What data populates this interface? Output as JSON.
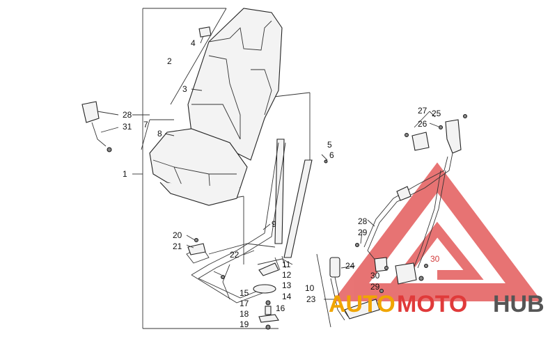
{
  "diagram": {
    "callouts": [
      "1",
      "2",
      "3",
      "4",
      "5",
      "6",
      "7",
      "8",
      "9",
      "10",
      "11",
      "12",
      "13",
      "14",
      "15",
      "16",
      "17",
      "18",
      "19",
      "20",
      "21",
      "22",
      "23",
      "24",
      "25",
      "26",
      "27",
      "28",
      "29",
      "30",
      "31"
    ],
    "callouts_right_group": [
      "25",
      "26",
      "27",
      "28",
      "29",
      "30"
    ],
    "highlight_color": "#d23a3a"
  },
  "watermark": {
    "word_auto": "AUTO",
    "word_moto": "MOTO",
    "word_hub": "HUB",
    "color_auto": "#f0a500",
    "color_moto": "#e03a3a",
    "color_hub": "#555555"
  }
}
